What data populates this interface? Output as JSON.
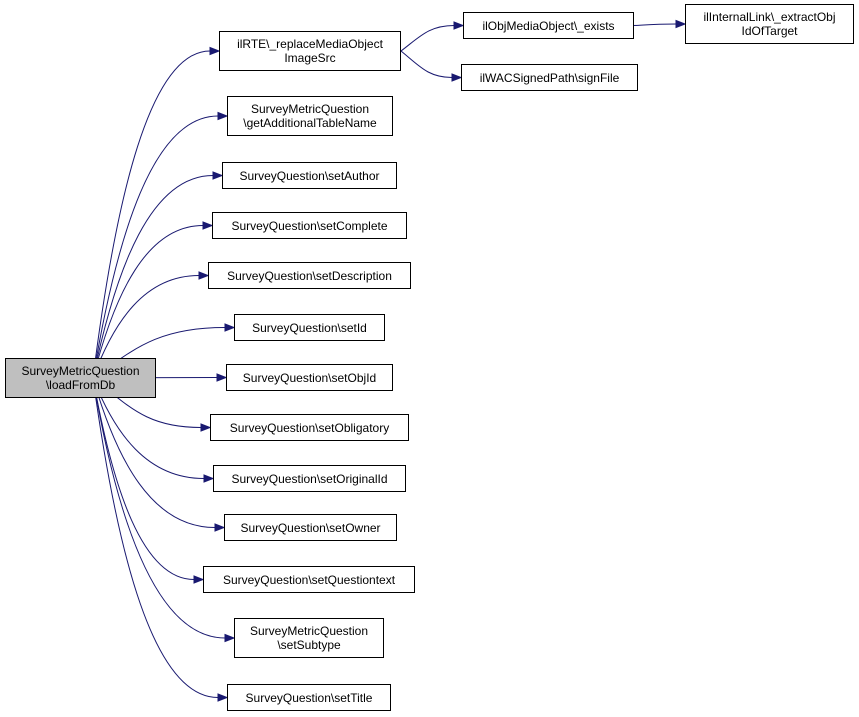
{
  "colors": {
    "edge": "#191970",
    "root_fill": "#bfbfbf",
    "node_fill": "#ffffff",
    "border": "#000000"
  },
  "nodes": {
    "root": {
      "line1": "SurveyMetricQuestion",
      "line2": "\\loadFromDb"
    },
    "replace_media": {
      "line1": "ilRTE\\_replaceMediaObject",
      "line2": "ImageSrc"
    },
    "media_exists": {
      "line1": "ilObjMediaObject\\_exists"
    },
    "extract_obj": {
      "line1": "ilInternalLink\\_extractObj",
      "line2": "IdOfTarget"
    },
    "sign_file": {
      "line1": "ilWACSignedPath\\signFile"
    },
    "additional_table": {
      "line1": "SurveyMetricQuestion",
      "line2": "\\getAdditionalTableName"
    },
    "set_author": {
      "line1": "SurveyQuestion\\setAuthor"
    },
    "set_complete": {
      "line1": "SurveyQuestion\\setComplete"
    },
    "set_description": {
      "line1": "SurveyQuestion\\setDescription"
    },
    "set_id": {
      "line1": "SurveyQuestion\\setId"
    },
    "set_obj_id": {
      "line1": "SurveyQuestion\\setObjId"
    },
    "set_obligatory": {
      "line1": "SurveyQuestion\\setObligatory"
    },
    "set_original_id": {
      "line1": "SurveyQuestion\\setOriginalId"
    },
    "set_owner": {
      "line1": "SurveyQuestion\\setOwner"
    },
    "set_questiontext": {
      "line1": "SurveyQuestion\\setQuestiontext"
    },
    "set_subtype": {
      "line1": "SurveyMetricQuestion",
      "line2": "\\setSubtype"
    },
    "set_title": {
      "line1": "SurveyQuestion\\setTitle"
    }
  },
  "edges": [
    {
      "from": "root",
      "to": "replace_media"
    },
    {
      "from": "root",
      "to": "additional_table"
    },
    {
      "from": "root",
      "to": "set_author"
    },
    {
      "from": "root",
      "to": "set_complete"
    },
    {
      "from": "root",
      "to": "set_description"
    },
    {
      "from": "root",
      "to": "set_id"
    },
    {
      "from": "root",
      "to": "set_obj_id"
    },
    {
      "from": "root",
      "to": "set_obligatory"
    },
    {
      "from": "root",
      "to": "set_original_id"
    },
    {
      "from": "root",
      "to": "set_owner"
    },
    {
      "from": "root",
      "to": "set_questiontext"
    },
    {
      "from": "root",
      "to": "set_subtype"
    },
    {
      "from": "root",
      "to": "set_title"
    },
    {
      "from": "replace_media",
      "to": "media_exists"
    },
    {
      "from": "replace_media",
      "to": "sign_file"
    },
    {
      "from": "media_exists",
      "to": "extract_obj"
    }
  ]
}
